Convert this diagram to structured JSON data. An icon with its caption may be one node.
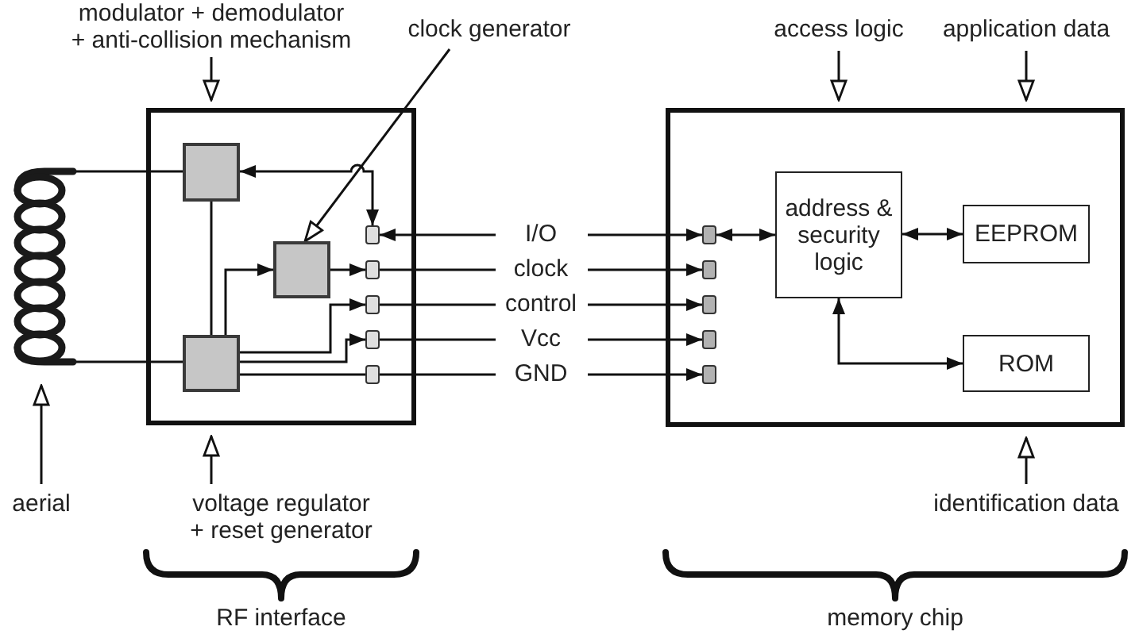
{
  "diagram": {
    "nodes": [
      {
        "text": [
          "modulator + demodulator + anti-collision mechanism"
        ]
      },
      {
        "text": [
          "clock generator"
        ]
      },
      {
        "text": [
          "access logic"
        ]
      },
      {
        "text": [
          "application data"
        ]
      },
      {
        "text": [],
        "shape": "picture"
      },
      {
        "text": [],
        "shape": "box"
      },
      {
        "text": [],
        "shape": "box",
        "in": 5
      },
      {
        "text": [],
        "shape": "box",
        "in": 5
      },
      {
        "text": [],
        "shape": "box",
        "in": 5
      },
      {
        "text": [],
        "shape": "box",
        "in": 5
      },
      {
        "text": [],
        "shape": "box",
        "in": 5
      },
      {
        "text": [],
        "shape": "box",
        "in": 5
      },
      {
        "text": [],
        "shape": "box",
        "in": 5
      },
      {
        "text": [],
        "shape": "box",
        "in": 5
      },
      {
        "text": [],
        "shape": "box"
      },
      {
        "text": [],
        "shape": "box",
        "in": 14
      },
      {
        "text": [],
        "shape": "box",
        "in": 14
      },
      {
        "text": [],
        "shape": "box",
        "in": 14
      },
      {
        "text": [],
        "shape": "box",
        "in": 14
      },
      {
        "text": [],
        "shape": "box",
        "in": 14
      },
      {
        "text": [
          "address & security logic"
        ],
        "in": 14
      },
      {
        "text": [
          "EEPROM"
        ],
        "in": 14
      },
      {
        "text": [
          "ROM"
        ],
        "in": 14
      },
      {
        "text": [
          "aerial"
        ]
      },
      {
        "text": [
          "voltage regulator + reset generator"
        ]
      },
      {
        "text": [
          "identification data"
        ]
      }
    ],
    "edges": [
      {
        "from": 0,
        "to": 5,
        "arrow": "to"
      },
      {
        "from": 1,
        "to": 7,
        "arrow": "to"
      },
      {
        "from": 2,
        "to": 14,
        "arrow": "to"
      },
      {
        "from": 3,
        "to": 14,
        "arrow": "to"
      },
      {
        "from": 4,
        "to": 6,
        "arrow": "none"
      },
      {
        "from": 4,
        "to": 8,
        "arrow": "none"
      },
      {
        "from": 6,
        "to": 9,
        "arrow": "both"
      },
      {
        "from": 6,
        "to": 8,
        "arrow": "none"
      },
      {
        "from": 8,
        "to": 7,
        "arrow": "to"
      },
      {
        "from": 7,
        "to": 10,
        "arrow": "to"
      },
      {
        "from": 8,
        "to": 11,
        "arrow": "to"
      },
      {
        "from": 8,
        "to": 12,
        "arrow": "to"
      },
      {
        "from": 8,
        "to": 13,
        "arrow": "none"
      },
      {
        "from": 9,
        "to": 15,
        "arrow": "both",
        "label": "I/O"
      },
      {
        "from": 10,
        "to": 16,
        "arrow": "to",
        "label": "clock"
      },
      {
        "from": 11,
        "to": 17,
        "arrow": "to",
        "label": "control"
      },
      {
        "from": 12,
        "to": 18,
        "arrow": "to",
        "label": "Vcc"
      },
      {
        "from": 13,
        "to": 19,
        "arrow": "to",
        "label": "GND"
      },
      {
        "from": 15,
        "to": 20,
        "arrow": "both"
      },
      {
        "from": 20,
        "to": 21,
        "arrow": "both"
      },
      {
        "from": 20,
        "to": 22,
        "arrow": "both"
      },
      {
        "from": 23,
        "to": 4,
        "arrow": "to"
      },
      {
        "from": 24,
        "to": 5,
        "arrow": "to"
      },
      {
        "from": 25,
        "to": 14,
        "arrow": "to"
      }
    ],
    "labels": [
      "RF interface",
      "memory chip"
    ]
  }
}
